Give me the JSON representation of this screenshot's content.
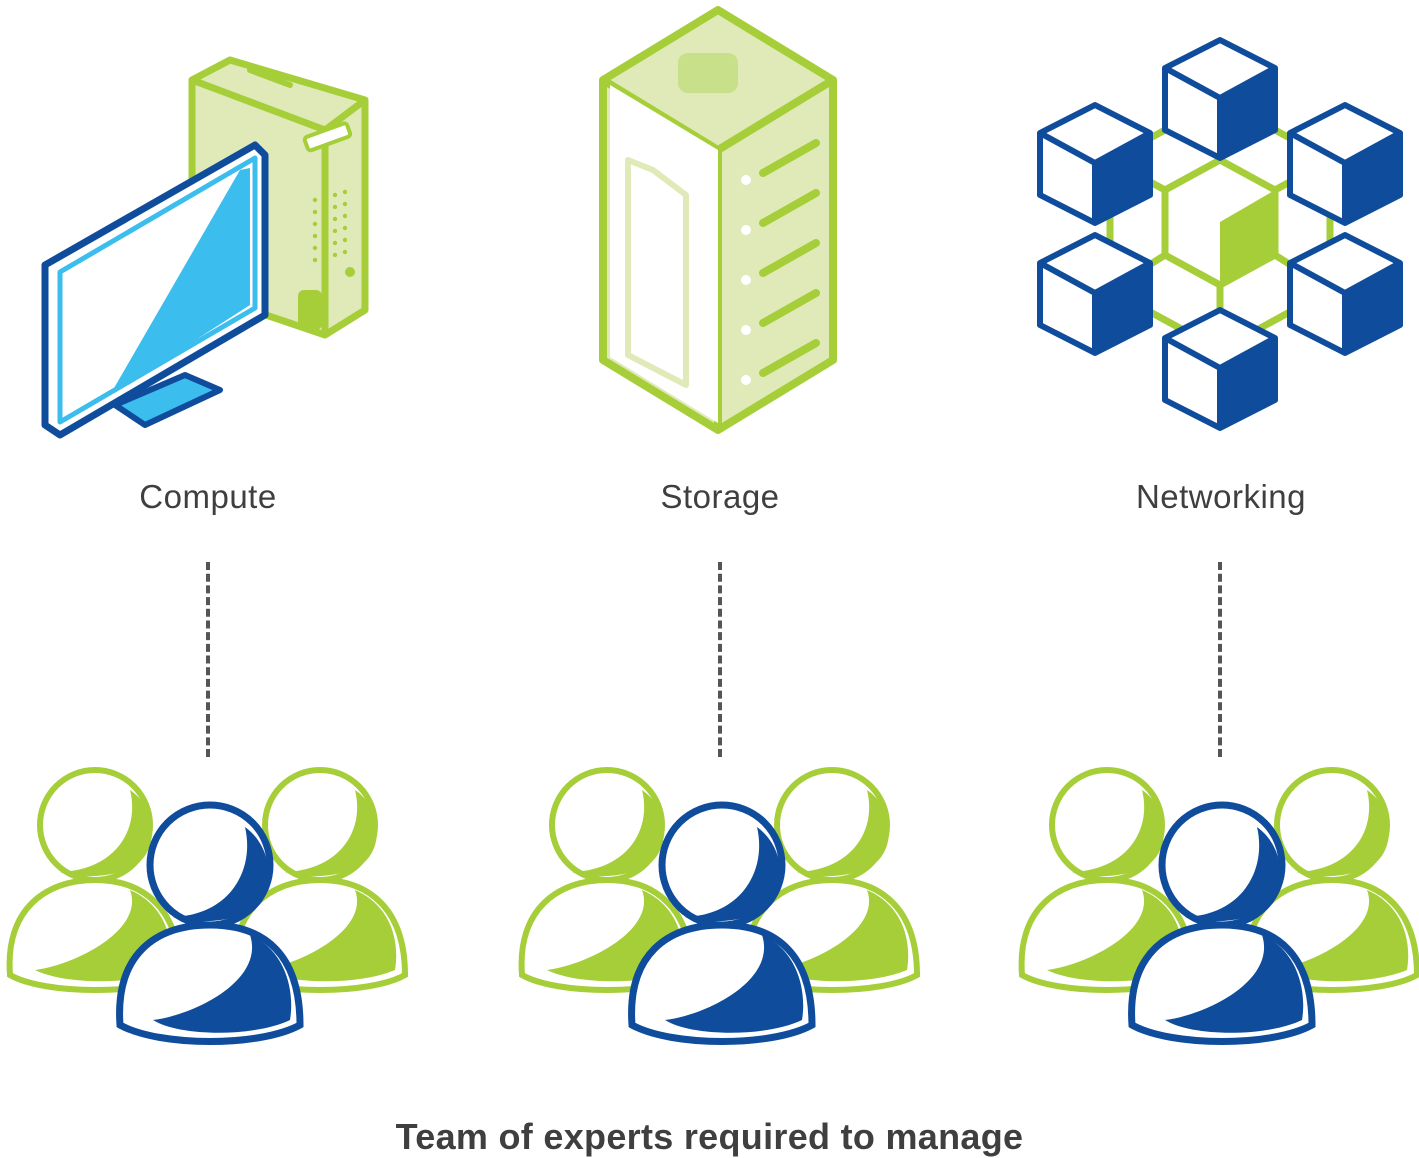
{
  "columns": [
    {
      "label": "Compute",
      "icon": "computer-icon"
    },
    {
      "label": "Storage",
      "icon": "server-rack-icon"
    },
    {
      "label": "Networking",
      "icon": "network-cubes-icon"
    }
  ],
  "caption": "Team of experts required to manage",
  "colors": {
    "green": "#a6ce39",
    "light_green": "#dfeab8",
    "navy": "#0f4c9b",
    "sky": "#3bbdee",
    "text": "#3f3f3f"
  },
  "team_icon": "team-people-icon"
}
